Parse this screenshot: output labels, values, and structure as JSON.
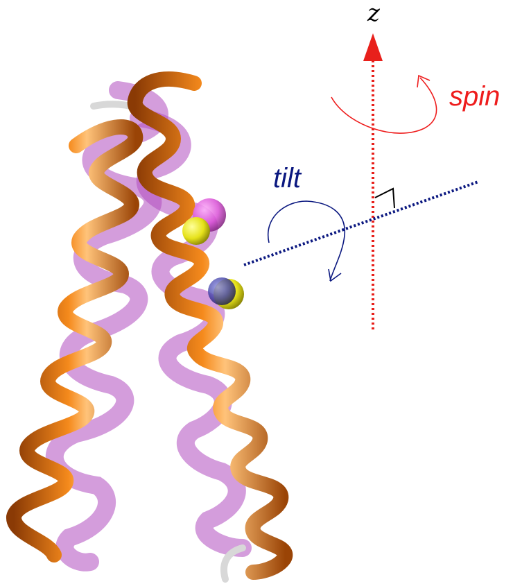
{
  "labels": {
    "z_axis": "z",
    "spin": "spin",
    "tilt": "tilt"
  },
  "colors": {
    "z_axis": "#e8201b",
    "spin": "#ee1c1c",
    "tilt": "#0b1880",
    "helix_orange": "#e8760f",
    "helix_purple": "#b04cc0",
    "sphere_yellow": "#e6e21a",
    "sphere_magenta": "#d94fd6",
    "sphere_blue": "#3a3aa0"
  }
}
